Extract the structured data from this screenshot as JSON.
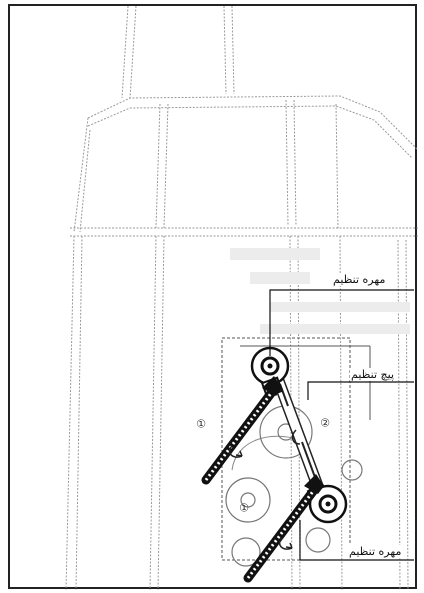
{
  "callouts": {
    "top_nut": "مهره تنظیم",
    "adjust_screw": "پیچ تنظیم",
    "bottom_nut": "مهره تنظیم"
  },
  "markers": {
    "m1_top": "①",
    "m2": "②",
    "m1_bottom": "①"
  }
}
